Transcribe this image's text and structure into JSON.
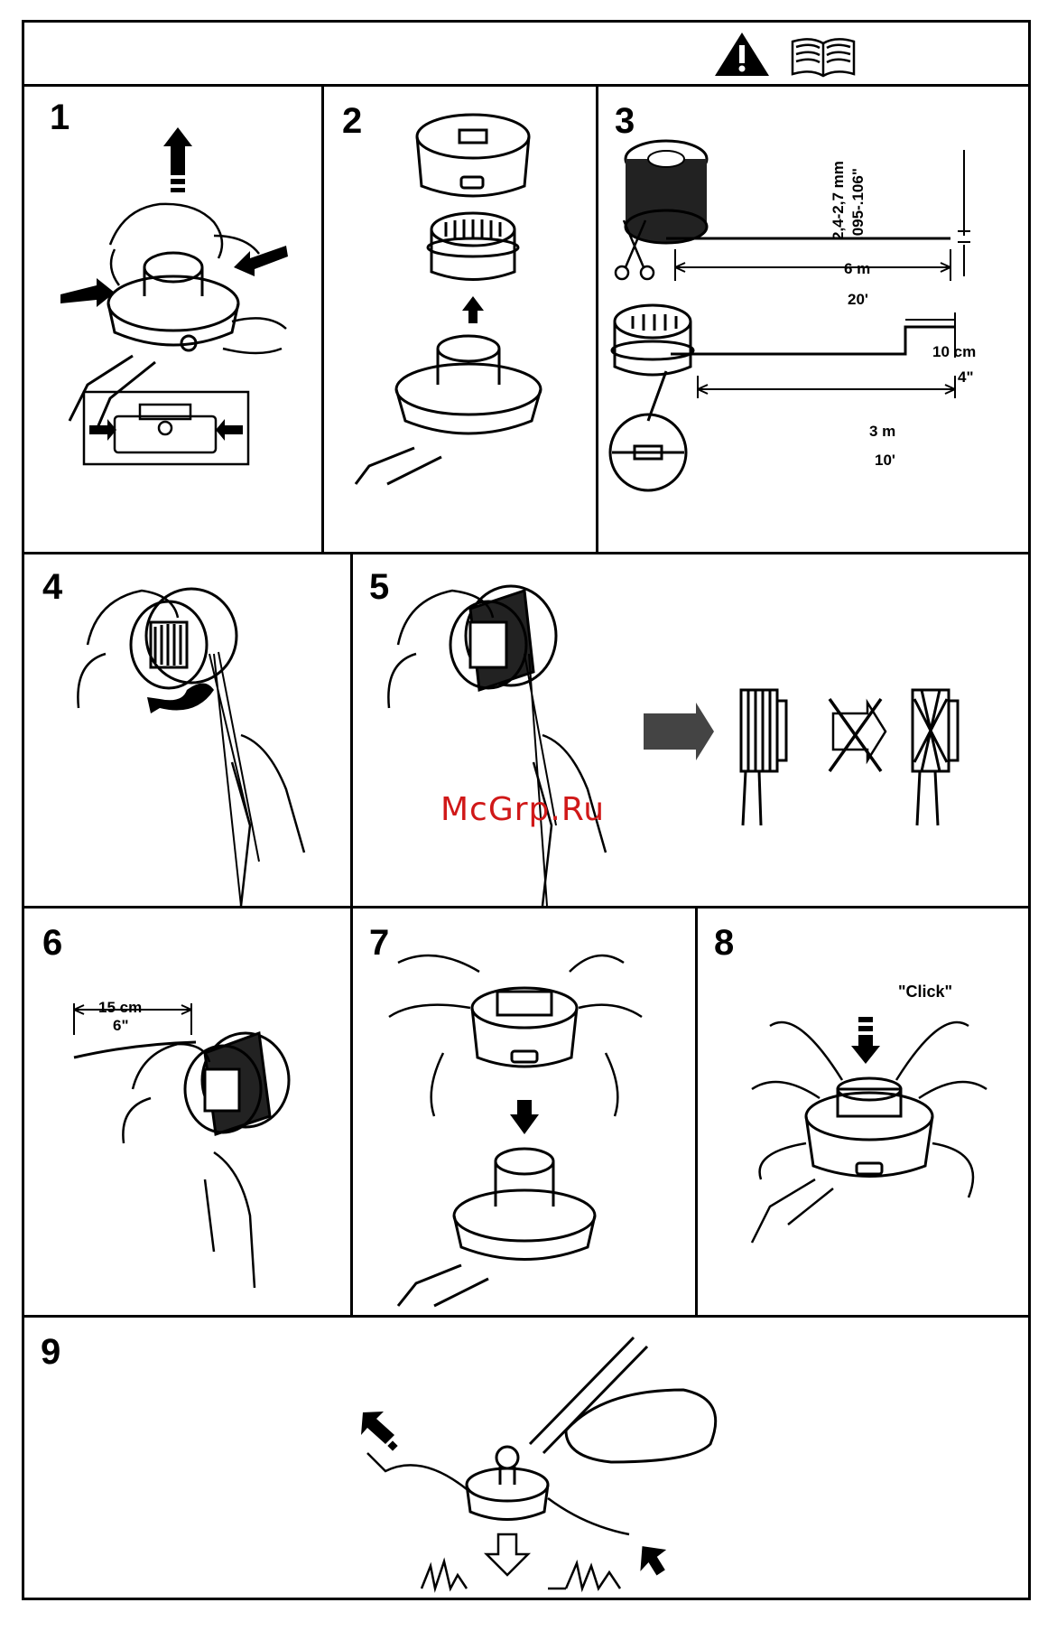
{
  "header": {
    "icons": [
      "warning-icon",
      "manual-book-icon"
    ]
  },
  "steps": [
    {
      "number": "1"
    },
    {
      "number": "2"
    },
    {
      "number": "3",
      "labels": {
        "thickness_mm": "2,4-2,7 mm",
        "thickness_in": ".095-.106\"",
        "length_m": "6 m",
        "length_ft": "20'",
        "offset_cm": "10 cm",
        "offset_in": "4\"",
        "half_m": "3 m",
        "half_ft": "10'"
      }
    },
    {
      "number": "4"
    },
    {
      "number": "5"
    },
    {
      "number": "6",
      "labels": {
        "cm": "15 cm",
        "in": "6\""
      }
    },
    {
      "number": "7"
    },
    {
      "number": "8",
      "labels": {
        "sound": "\"Click\""
      }
    },
    {
      "number": "9"
    }
  ],
  "watermark": "McGrp.Ru",
  "colors": {
    "line": "#000000",
    "watermark": "#d01818",
    "background": "#ffffff"
  }
}
